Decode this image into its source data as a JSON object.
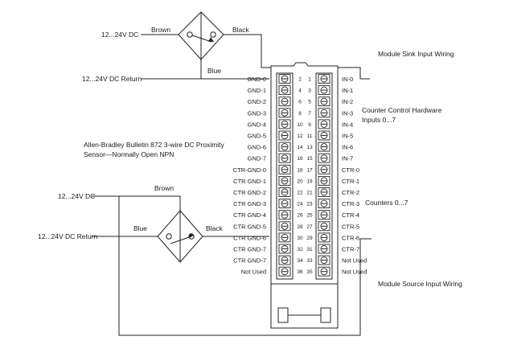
{
  "top_sensor": {
    "supply_label": "12...24V DC",
    "return_label": "12...24V DC Return",
    "wire_brown": "Brown",
    "wire_black": "Black",
    "wire_blue": "Blue",
    "wiring_label": "Module Sink Input Wiring"
  },
  "bottom_sensor": {
    "supply_label": "12...24V DC",
    "return_label": "12...24V DC Return",
    "wire_brown": "Brown",
    "wire_black": "Black",
    "wire_blue": "Blue",
    "wiring_label": "Module Source Input Wiring"
  },
  "sensor_caption_line1": "Allen-Bradley Bulletin 872 3-wire DC Proximity",
  "sensor_caption_line2": "Sensor—Normally Open NPN",
  "group_labels": {
    "counter_control_line1": "Counter Control Hardware",
    "counter_control_line2": "Inputs 0...7",
    "counters": "Counters 0...7"
  },
  "terminal_rows": [
    {
      "left": "GND-0",
      "right": "IN-0",
      "n_left": "2",
      "n_right": "1"
    },
    {
      "left": "GND-1",
      "right": "IN-1",
      "n_left": "4",
      "n_right": "3"
    },
    {
      "left": "GND-2",
      "right": "IN-2",
      "n_left": "6",
      "n_right": "5"
    },
    {
      "left": "GND-3",
      "right": "IN-3",
      "n_left": "8",
      "n_right": "7"
    },
    {
      "left": "GND-4",
      "right": "IN-4",
      "n_left": "10",
      "n_right": "9"
    },
    {
      "left": "GND-5",
      "right": "IN-5",
      "n_left": "12",
      "n_right": "11"
    },
    {
      "left": "GND-6",
      "right": "IN-6",
      "n_left": "14",
      "n_right": "13"
    },
    {
      "left": "GND-7",
      "right": "IN-7",
      "n_left": "16",
      "n_right": "15"
    },
    {
      "left": "CTR-GND-0",
      "right": "CTR-0",
      "n_left": "18",
      "n_right": "17"
    },
    {
      "left": "CTR GND-1",
      "right": "CTR-1",
      "n_left": "20",
      "n_right": "19"
    },
    {
      "left": "CTR GND-2",
      "right": "CTR-2",
      "n_left": "22",
      "n_right": "21"
    },
    {
      "left": "CTR GND-3",
      "right": "CTR-3",
      "n_left": "24",
      "n_right": "23"
    },
    {
      "left": "CTR GND-4",
      "right": "CTR-4",
      "n_left": "26",
      "n_right": "25"
    },
    {
      "left": "CTR GND-5",
      "right": "CTR-5",
      "n_left": "28",
      "n_right": "27"
    },
    {
      "left": "CTR GND-6",
      "right": "CTR-6",
      "n_left": "30",
      "n_right": "29"
    },
    {
      "left": "CTR GND-7",
      "right": "CTR-7",
      "n_left": "32",
      "n_right": "31"
    },
    {
      "left": "CTR GND-7",
      "right": "Not Used",
      "n_left": "34",
      "n_right": "33"
    },
    {
      "left": "Not Used",
      "right": "Not Used",
      "n_left": "36",
      "n_right": "35"
    }
  ]
}
